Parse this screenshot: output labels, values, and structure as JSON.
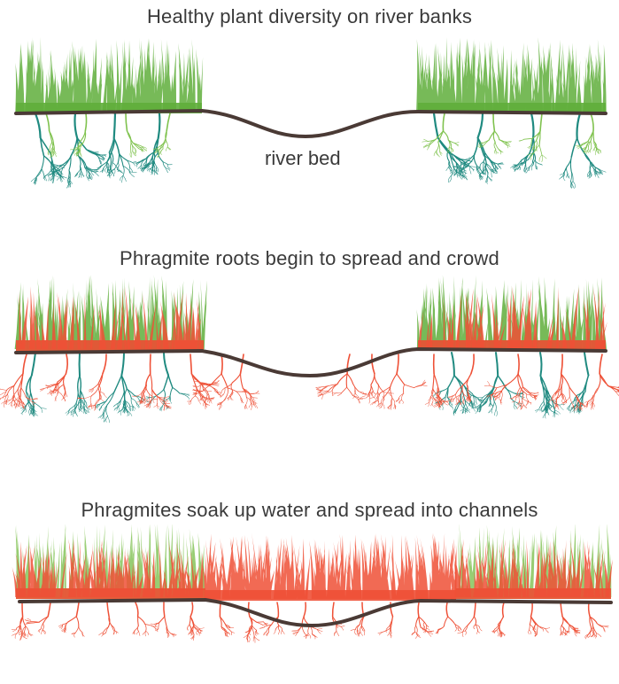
{
  "titles": {
    "healthy": "Healthy plant diversity on river banks",
    "spread": "Phragmite roots begin to spread and crowd",
    "channels": "Phragmites soak up water and spread into channels"
  },
  "labels": {
    "river_bed": "river bed"
  },
  "colors": {
    "grass_green": "#5fae3b",
    "grass_light": "#86c45a",
    "root_teal": "#1f8a80",
    "root_light": "#7fc24e",
    "phragmite_red": "#ee5036",
    "ground_line": "#4a3a35"
  }
}
